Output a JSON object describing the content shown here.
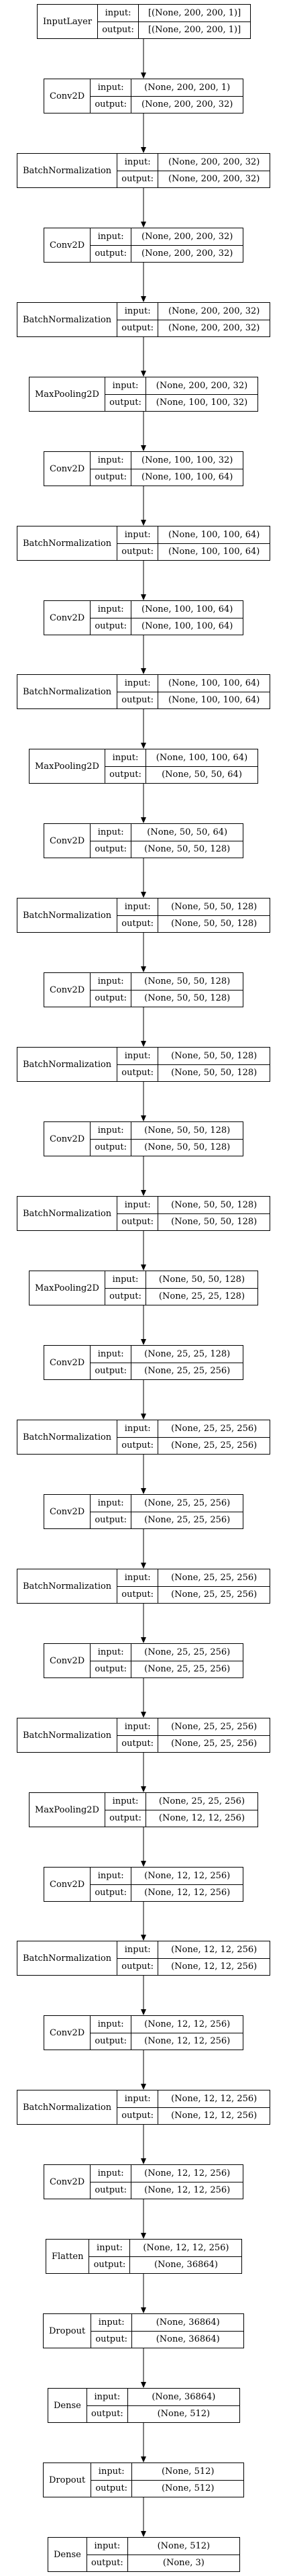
{
  "labels": {
    "input": "input:",
    "output": "output:"
  },
  "layers": [
    {
      "name": "InputLayer",
      "input": "[(None, 200, 200, 1)]",
      "output": "[(None, 200, 200, 1)]"
    },
    {
      "name": "Conv2D",
      "input": "(None, 200, 200, 1)",
      "output": "(None, 200, 200, 32)"
    },
    {
      "name": "BatchNormalization",
      "input": "(None, 200, 200, 32)",
      "output": "(None, 200, 200, 32)"
    },
    {
      "name": "Conv2D",
      "input": "(None, 200, 200, 32)",
      "output": "(None, 200, 200, 32)"
    },
    {
      "name": "BatchNormalization",
      "input": "(None, 200, 200, 32)",
      "output": "(None, 200, 200, 32)"
    },
    {
      "name": "MaxPooling2D",
      "input": "(None, 200, 200, 32)",
      "output": "(None, 100, 100, 32)"
    },
    {
      "name": "Conv2D",
      "input": "(None, 100, 100, 32)",
      "output": "(None, 100, 100, 64)"
    },
    {
      "name": "BatchNormalization",
      "input": "(None, 100, 100, 64)",
      "output": "(None, 100, 100, 64)"
    },
    {
      "name": "Conv2D",
      "input": "(None, 100, 100, 64)",
      "output": "(None, 100, 100, 64)"
    },
    {
      "name": "BatchNormalization",
      "input": "(None, 100, 100, 64)",
      "output": "(None, 100, 100, 64)"
    },
    {
      "name": "MaxPooling2D",
      "input": "(None, 100, 100, 64)",
      "output": "(None, 50, 50, 64)"
    },
    {
      "name": "Conv2D",
      "input": "(None, 50, 50, 64)",
      "output": "(None, 50, 50, 128)"
    },
    {
      "name": "BatchNormalization",
      "input": "(None, 50, 50, 128)",
      "output": "(None, 50, 50, 128)"
    },
    {
      "name": "Conv2D",
      "input": "(None, 50, 50, 128)",
      "output": "(None, 50, 50, 128)"
    },
    {
      "name": "BatchNormalization",
      "input": "(None, 50, 50, 128)",
      "output": "(None, 50, 50, 128)"
    },
    {
      "name": "Conv2D",
      "input": "(None, 50, 50, 128)",
      "output": "(None, 50, 50, 128)"
    },
    {
      "name": "BatchNormalization",
      "input": "(None, 50, 50, 128)",
      "output": "(None, 50, 50, 128)"
    },
    {
      "name": "MaxPooling2D",
      "input": "(None, 50, 50, 128)",
      "output": "(None, 25, 25, 128)"
    },
    {
      "name": "Conv2D",
      "input": "(None, 25, 25, 128)",
      "output": "(None, 25, 25, 256)"
    },
    {
      "name": "BatchNormalization",
      "input": "(None, 25, 25, 256)",
      "output": "(None, 25, 25, 256)"
    },
    {
      "name": "Conv2D",
      "input": "(None, 25, 25, 256)",
      "output": "(None, 25, 25, 256)"
    },
    {
      "name": "BatchNormalization",
      "input": "(None, 25, 25, 256)",
      "output": "(None, 25, 25, 256)"
    },
    {
      "name": "Conv2D",
      "input": "(None, 25, 25, 256)",
      "output": "(None, 25, 25, 256)"
    },
    {
      "name": "BatchNormalization",
      "input": "(None, 25, 25, 256)",
      "output": "(None, 25, 25, 256)"
    },
    {
      "name": "MaxPooling2D",
      "input": "(None, 25, 25, 256)",
      "output": "(None, 12, 12, 256)"
    },
    {
      "name": "Conv2D",
      "input": "(None, 12, 12, 256)",
      "output": "(None, 12, 12, 256)"
    },
    {
      "name": "BatchNormalization",
      "input": "(None, 12, 12, 256)",
      "output": "(None, 12, 12, 256)"
    },
    {
      "name": "Conv2D",
      "input": "(None, 12, 12, 256)",
      "output": "(None, 12, 12, 256)"
    },
    {
      "name": "BatchNormalization",
      "input": "(None, 12, 12, 256)",
      "output": "(None, 12, 12, 256)"
    },
    {
      "name": "Conv2D",
      "input": "(None, 12, 12, 256)",
      "output": "(None, 12, 12, 256)"
    },
    {
      "name": "Flatten",
      "input": "(None, 12, 12, 256)",
      "output": "(None, 36864)"
    },
    {
      "name": "Dropout",
      "input": "(None, 36864)",
      "output": "(None, 36864)"
    },
    {
      "name": "Dense",
      "input": "(None, 36864)",
      "output": "(None, 512)"
    },
    {
      "name": "Dropout",
      "input": "(None, 512)",
      "output": "(None, 512)"
    },
    {
      "name": "Dense",
      "input": "(None, 512)",
      "output": "(None, 3)"
    }
  ]
}
